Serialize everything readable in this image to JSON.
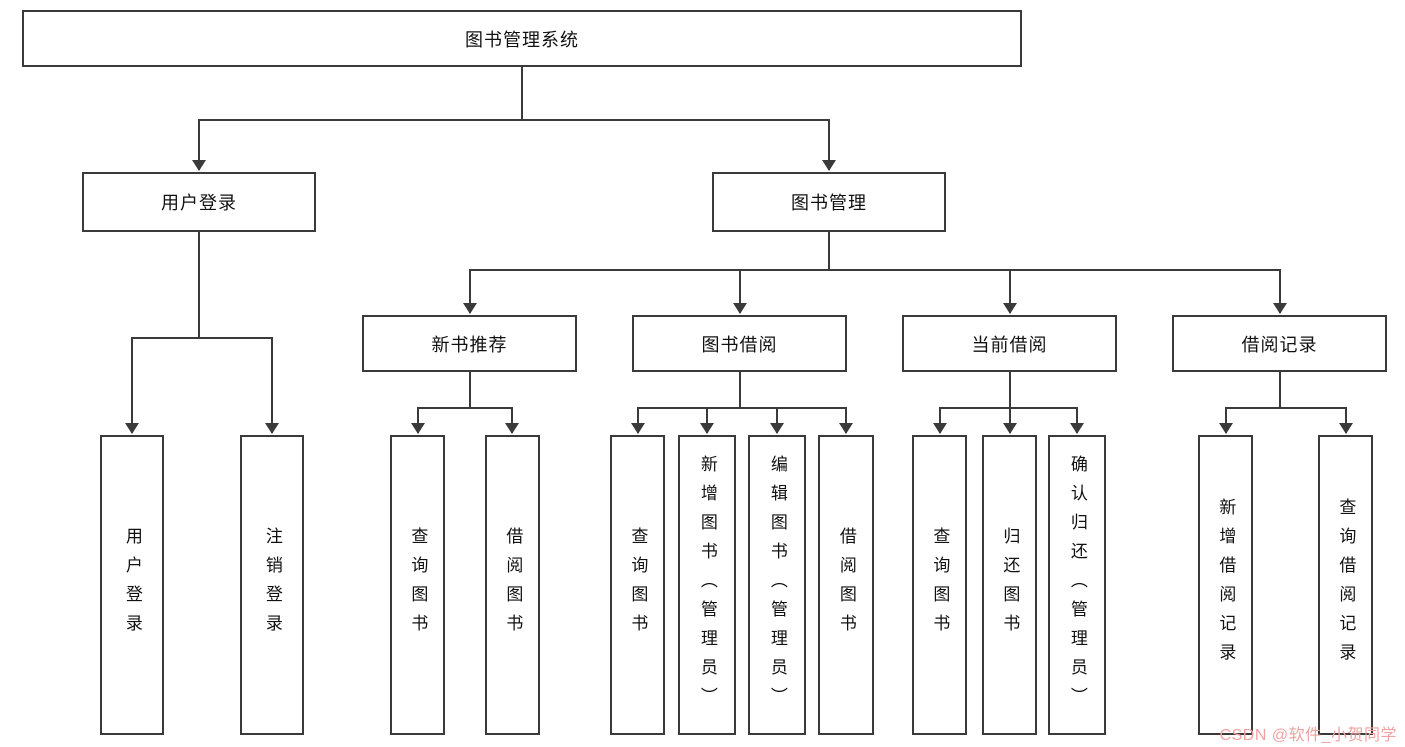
{
  "diagram": {
    "root": "图书管理系统",
    "branches": [
      {
        "label": "用户登录",
        "leaves": [
          "用户登录",
          "注销登录"
        ]
      },
      {
        "label": "图书管理",
        "groups": [
          {
            "label": "新书推荐",
            "leaves": [
              "查询图书",
              "借阅图书"
            ]
          },
          {
            "label": "图书借阅",
            "leaves": [
              "查询图书",
              "新增图书（管理员）",
              "编辑图书（管理员）",
              "借阅图书"
            ]
          },
          {
            "label": "当前借阅",
            "leaves": [
              "查询图书",
              "归还图书",
              "确认归还（管理员）"
            ]
          },
          {
            "label": "借阅记录",
            "leaves": [
              "新增借阅记录",
              "查询借阅记录"
            ]
          }
        ]
      }
    ]
  },
  "watermark": {
    "text": "CSDN @软件_小贺同学"
  },
  "theme": {
    "line": "#3a3a3a",
    "box_bg": "#ffffff",
    "canvas_bg": "#ffffff",
    "text": "#111111",
    "watermark": "#f0a2a2"
  }
}
